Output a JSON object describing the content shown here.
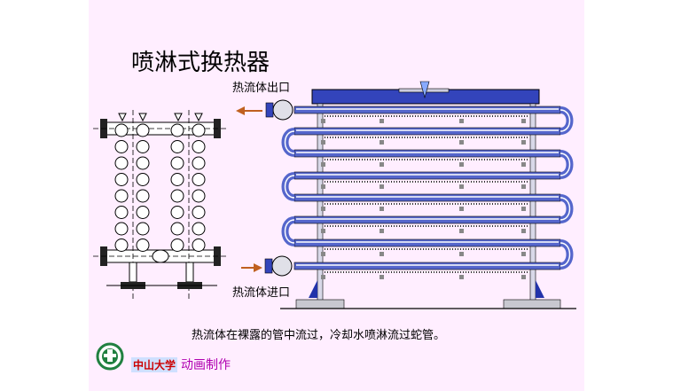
{
  "title": "喷淋式换热器",
  "outlet_label": "热流体出口",
  "inlet_label": "热流体进口",
  "caption": "热流体在裸露的管中流过，冷却水喷淋流过蛇管。",
  "university": "中山大学",
  "credit": "动画制作",
  "colors": {
    "slide_bg": "#ffeeff",
    "water_trough": "#3344bb",
    "pipe": "#5566cc",
    "pipe_light": "#ffffff",
    "arrow": "#c06020",
    "logo": "#208040"
  },
  "icons": [
    "university-logo-icon",
    "flow-arrow-icon",
    "spray-nozzle-icon",
    "flange-icon"
  ]
}
